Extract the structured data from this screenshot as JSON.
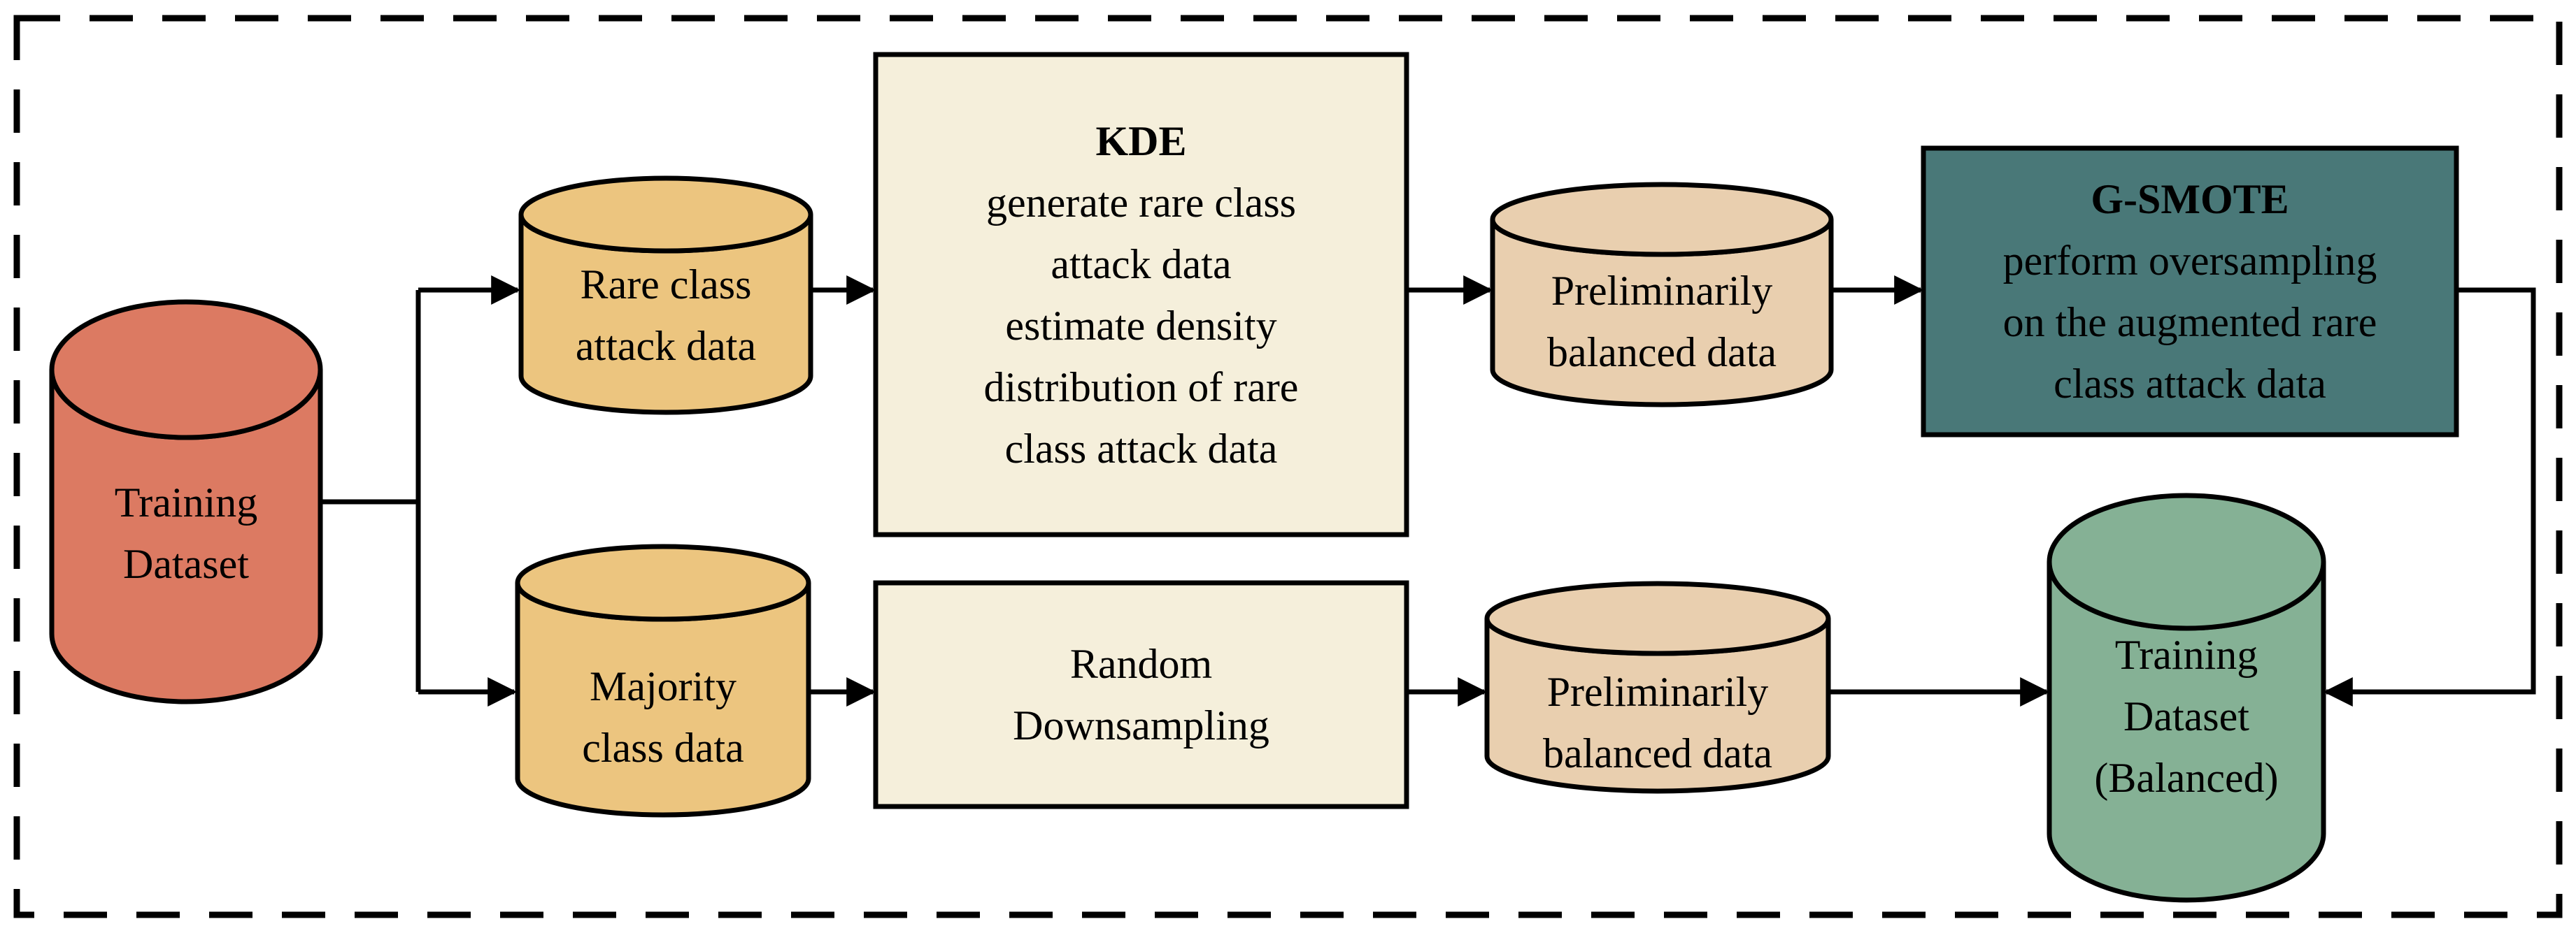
{
  "nodes": {
    "training_dataset": {
      "type": "cylinder",
      "lines": [
        "Training",
        "Dataset"
      ]
    },
    "rare_class": {
      "type": "cylinder",
      "lines": [
        "Rare class",
        "attack data"
      ]
    },
    "majority_class": {
      "type": "cylinder",
      "lines": [
        "Majority",
        "class data"
      ]
    },
    "kde": {
      "type": "process",
      "title": "KDE",
      "lines": [
        "generate rare class",
        "attack data",
        "estimate density",
        "distribution of rare",
        "class attack data"
      ]
    },
    "random_downsampling": {
      "type": "process",
      "lines": [
        "Random",
        "Downsampling"
      ]
    },
    "preliminarily_balanced_top": {
      "type": "cylinder",
      "lines": [
        "Preliminarily",
        "balanced data"
      ]
    },
    "preliminarily_balanced_bottom": {
      "type": "cylinder",
      "lines": [
        "Preliminarily",
        "balanced data"
      ]
    },
    "g_smote": {
      "type": "process",
      "title": "G-SMOTE",
      "lines": [
        "perform oversampling",
        "on the augmented rare",
        "class attack data"
      ]
    },
    "balanced_dataset": {
      "type": "cylinder",
      "lines": [
        "Training",
        "Dataset",
        "(Balanced)"
      ]
    }
  },
  "colors": {
    "training_dataset_fill": "#DC7A62",
    "class_split_fill": "#ECC57F",
    "process_box_fill": "#F5EFDB",
    "preliminary_fill": "#E9CFAF",
    "g_smote_fill": "#497878",
    "balanced_fill": "#85B195",
    "stroke": "#000000"
  }
}
